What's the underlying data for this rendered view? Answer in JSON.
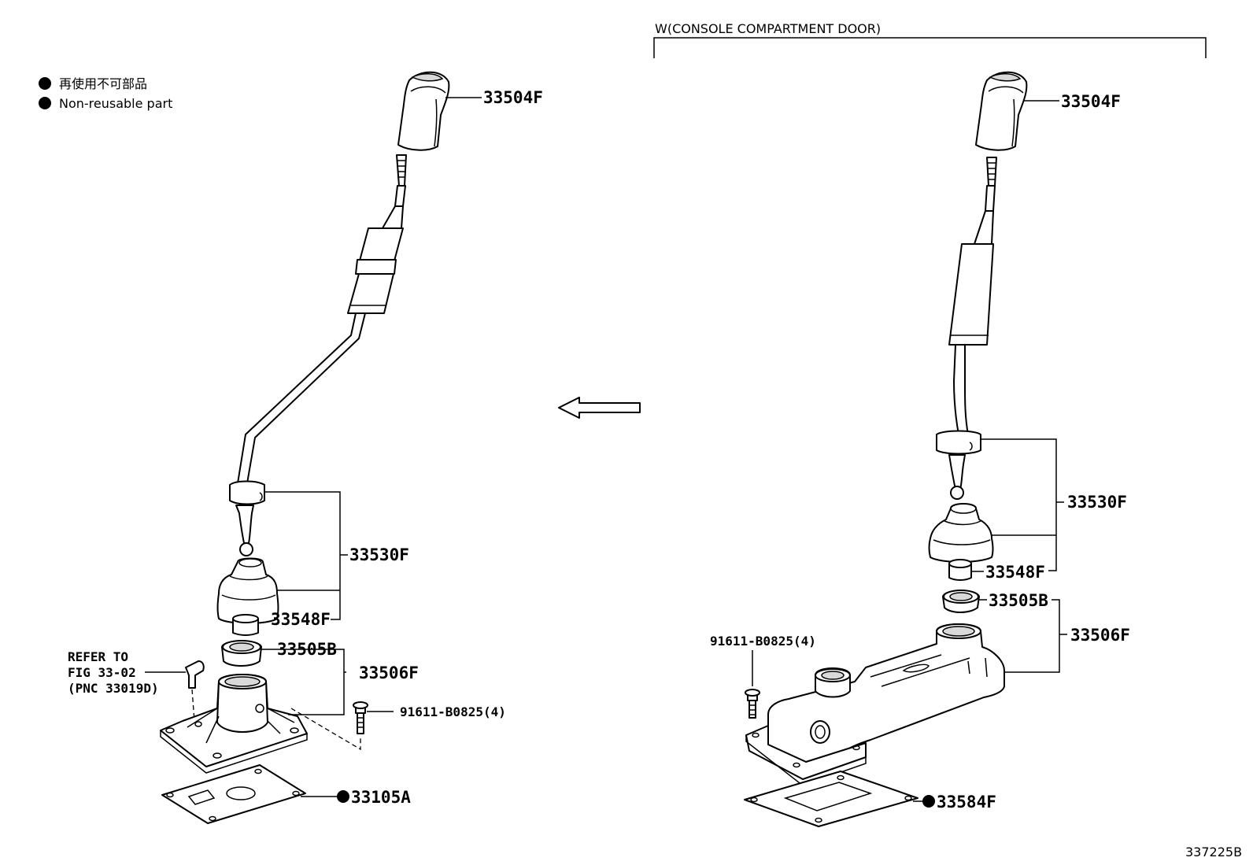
{
  "legend": {
    "line_jp": "再使用不可部品",
    "line_en": "Non-reusable part"
  },
  "variant_caption": "W(CONSOLE COMPARTMENT DOOR)",
  "figure_id": "337225B",
  "left_assembly": {
    "knob": "33504F",
    "lever": "33530F",
    "bushing": "33548F",
    "seat": "33505B",
    "retainer": "33506F",
    "bolt": "91611-B0825(4)",
    "gasket": "33105A",
    "refer_line1": "REFER TO",
    "refer_line2": "FIG 33-02",
    "refer_line3": "(PNC 33019D)"
  },
  "right_assembly": {
    "knob": "33504F",
    "lever": "33530F",
    "bushing": "33548F",
    "seat": "33505B",
    "retainer": "33506F",
    "bolt": "91611-B0825(4)",
    "gasket": "33584F"
  },
  "colors": {
    "line": "#000000",
    "background": "#ffffff",
    "shade": "#d9d9d9"
  }
}
